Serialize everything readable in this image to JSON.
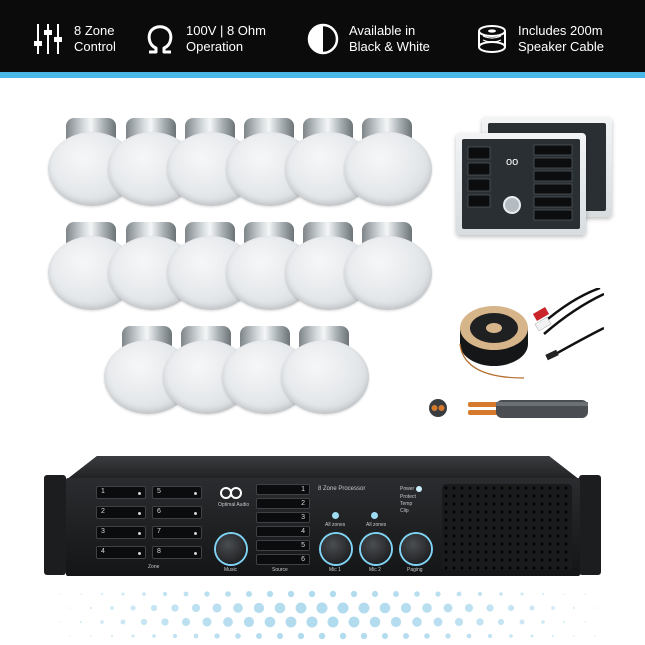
{
  "features": [
    {
      "icon": "sliders-icon",
      "line1": "8 Zone",
      "line2": "Control"
    },
    {
      "icon": "ohm-icon",
      "line1": "100V | 8 Ohm",
      "line2": "Operation"
    },
    {
      "icon": "half-circle-icon",
      "line1": "Available in",
      "line2": "Black & White"
    },
    {
      "icon": "cable-reel-icon",
      "line1": "Includes 200m",
      "line2": "Speaker Cable"
    }
  ],
  "colors": {
    "bar": "#0b0b0b",
    "accent": "#4ab7e6",
    "knob_ring": "#7fd2f3"
  },
  "amplifier": {
    "title": "8 Zone Processor",
    "brand": "Optimal Audio",
    "zone_buttons": [
      "1",
      "5",
      "2",
      "6",
      "3",
      "7",
      "4",
      "8"
    ],
    "source_buttons": [
      "1",
      "2",
      "3",
      "4",
      "5",
      "6"
    ],
    "all_zones_1": "All zones",
    "all_zones_2": "All zones",
    "status": [
      "Power",
      "Protect",
      "Temp",
      "Clip"
    ],
    "labels": {
      "zone": "Zone",
      "music": "Music",
      "source": "Source",
      "mic1": "Mic 1",
      "mic2": "Mic 2",
      "paging": "Paging"
    }
  }
}
